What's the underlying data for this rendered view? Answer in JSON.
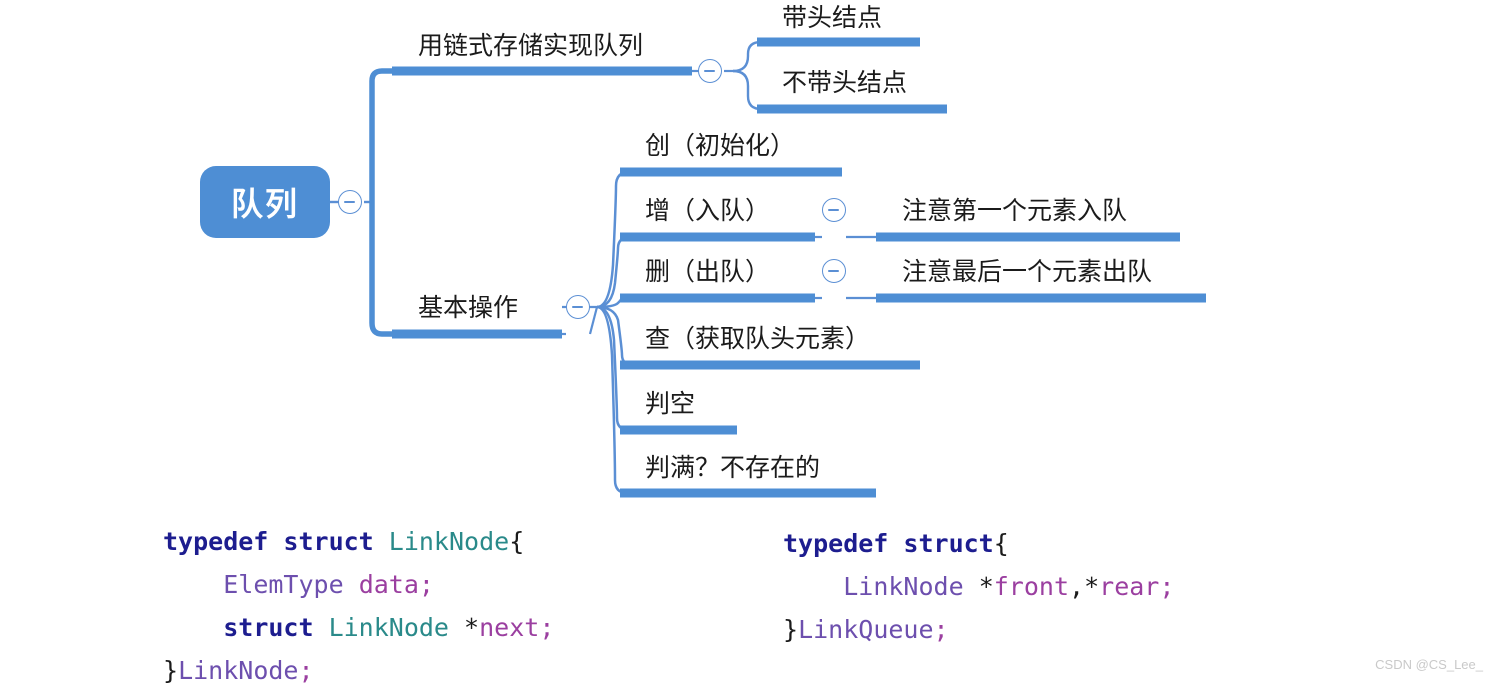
{
  "diagram": {
    "type": "mindmap",
    "root": {
      "label": "队列",
      "toggle": "collapse-toggle"
    },
    "branches": [
      {
        "label": "用链式存储实现队列",
        "toggle": "collapse-toggle",
        "children": [
          {
            "label": "带头结点"
          },
          {
            "label": "不带头结点"
          }
        ]
      },
      {
        "label": "基本操作",
        "toggle": "collapse-toggle",
        "children": [
          {
            "label": "创（初始化）"
          },
          {
            "label": "增（入队）",
            "toggle": "collapse-toggle",
            "children": [
              {
                "label": "注意第一个元素入队"
              }
            ]
          },
          {
            "label": "删（出队）",
            "toggle": "collapse-toggle",
            "children": [
              {
                "label": "注意最后一个元素出队"
              }
            ]
          },
          {
            "label": "查（获取队头元素）"
          },
          {
            "label": "判空"
          },
          {
            "label": "判满？不存在的"
          }
        ]
      }
    ]
  },
  "code": {
    "left": {
      "lines": [
        [
          {
            "t": "typedef struct ",
            "c": "kw"
          },
          {
            "t": "LinkNode",
            "c": "tname"
          },
          {
            "t": "{",
            "c": "plain"
          }
        ],
        [
          {
            "t": "    ",
            "c": "plain"
          },
          {
            "t": "ElemType ",
            "c": "tpur"
          },
          {
            "t": "data",
            "c": "var"
          },
          {
            "t": ";",
            "c": "var"
          }
        ],
        [
          {
            "t": "    ",
            "c": "plain"
          },
          {
            "t": "struct ",
            "c": "kw"
          },
          {
            "t": "LinkNode ",
            "c": "tname"
          },
          {
            "t": "*",
            "c": "plain"
          },
          {
            "t": "next",
            "c": "var"
          },
          {
            "t": ";",
            "c": "var"
          }
        ],
        [
          {
            "t": "}",
            "c": "plain"
          },
          {
            "t": "LinkNode",
            "c": "tpur"
          },
          {
            "t": ";",
            "c": "var"
          }
        ]
      ]
    },
    "right": {
      "lines": [
        [
          {
            "t": "typedef struct",
            "c": "kw"
          },
          {
            "t": "{",
            "c": "plain"
          }
        ],
        [
          {
            "t": "    ",
            "c": "plain"
          },
          {
            "t": "LinkNode ",
            "c": "tpur"
          },
          {
            "t": "*",
            "c": "plain"
          },
          {
            "t": "front",
            "c": "var"
          },
          {
            "t": ",",
            "c": "plain"
          },
          {
            "t": "*",
            "c": "plain"
          },
          {
            "t": "rear",
            "c": "var"
          },
          {
            "t": ";",
            "c": "var"
          }
        ],
        [
          {
            "t": "}",
            "c": "plain"
          },
          {
            "t": "LinkQueue",
            "c": "tpur"
          },
          {
            "t": ";",
            "c": "var"
          }
        ]
      ]
    }
  },
  "watermark": "CSDN @CS_Lee_",
  "colors": {
    "accent": "#4e8ed4",
    "bar": "#4e8ed4",
    "connector": "#5b8fd4",
    "root_fill": "#4e8ed4",
    "text": "#1b1b1b",
    "watermark": "#c9c9c9"
  }
}
